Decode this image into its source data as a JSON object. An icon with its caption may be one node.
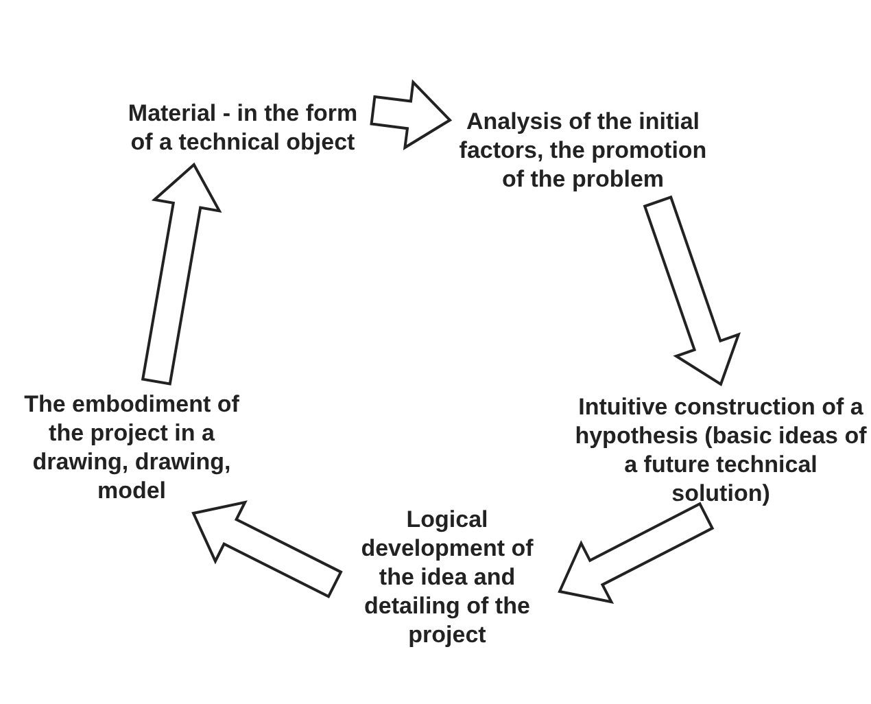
{
  "diagram": {
    "nodes": [
      {
        "text": [
          "Material - in the form of a technical object"
        ]
      },
      {
        "text": [
          "Analysis of the initial factors, the promotion of the problem"
        ]
      },
      {
        "text": [
          "Intuitive construction of a hypothesis (basic ideas of a future technical solution)"
        ]
      },
      {
        "text": [
          "Logical development of the idea and detailing of the project"
        ]
      },
      {
        "text": [
          "The embodiment of the project in a drawing, drawing, model"
        ]
      }
    ],
    "edges": [
      {
        "from": 0,
        "to": 1,
        "arrow": "to"
      },
      {
        "from": 1,
        "to": 2,
        "arrow": "to"
      },
      {
        "from": 2,
        "to": 3,
        "arrow": "to"
      },
      {
        "from": 3,
        "to": 4,
        "arrow": "to"
      },
      {
        "from": 4,
        "to": 0,
        "arrow": "to"
      }
    ]
  }
}
